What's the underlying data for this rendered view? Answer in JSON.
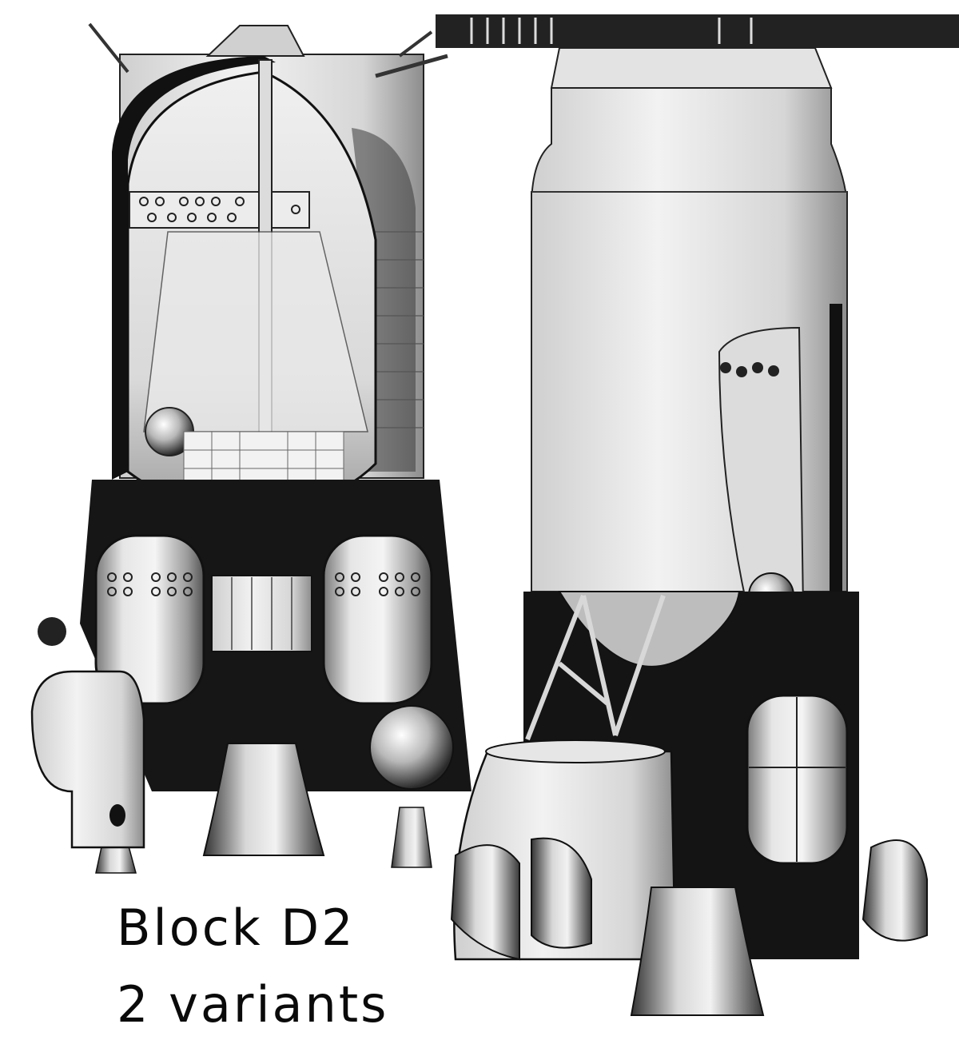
{
  "caption": {
    "line1": "Block D2",
    "line2": "2 variants"
  },
  "colors": {
    "background": "#ffffff",
    "ink": "#0a0a0a",
    "metal_light": "#e2e2e2",
    "metal_mid": "#a6a6a6",
    "metal_dark": "#4a4a4a"
  },
  "illustration": {
    "left_variant": "block-d2-variant-a-cutaway",
    "right_variant": "block-d2-variant-b-cutaway"
  }
}
